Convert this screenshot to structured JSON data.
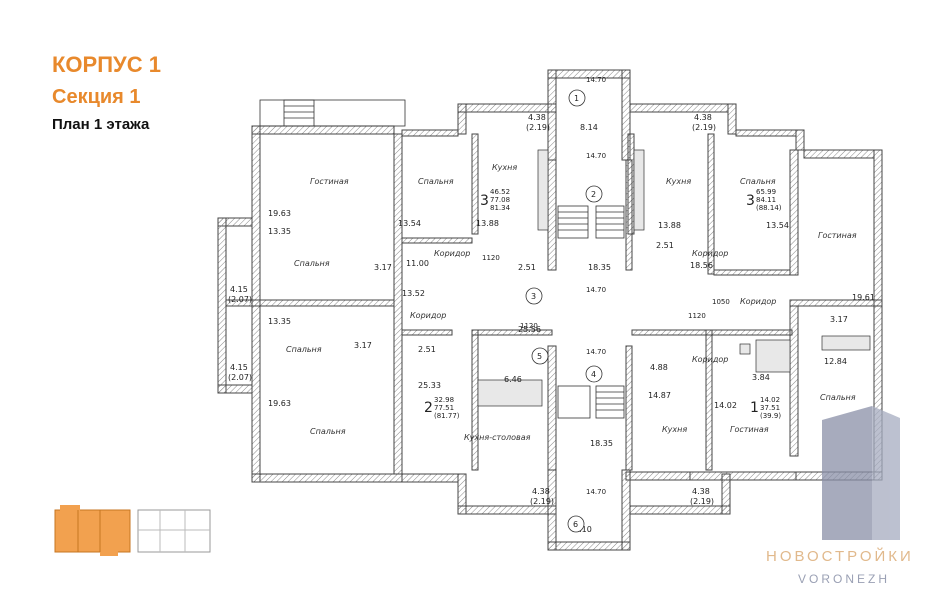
{
  "header": {
    "building": "КОРПУС 1",
    "section": "Секция 1",
    "plan": "План 1 этажа"
  },
  "rooms": {
    "gostinaya": "Гостиная",
    "spalnya": "Спальня",
    "kukhnya": "Кухня",
    "koridor": "Коридор",
    "kukhnya_stolovaya": "Кухня-столовая"
  },
  "apartments": [
    {
      "rooms": "3",
      "area_living": "46.52",
      "area_total": "77.08",
      "area_gross": "81.34"
    },
    {
      "rooms": "3",
      "area_living": "65.99",
      "area_total": "84.11",
      "area_gross": "(88.14)"
    },
    {
      "rooms": "2",
      "area_living": "32.98",
      "area_total": "77.51",
      "area_gross": "(81.77)"
    },
    {
      "rooms": "1",
      "area_living": "14.02",
      "area_total": "37.51",
      "area_gross": "(39.9)"
    }
  ],
  "areas": {
    "a1963": "19.63",
    "a1335": "13.35",
    "a317": "3.17",
    "a1354": "13.54",
    "a1388": "13.88",
    "a1100": "11.00",
    "a1352": "13.52",
    "a251": "2.51",
    "a1835": "18.35",
    "a1856": "18.56",
    "a2556": "25.56",
    "a2533": "25.33",
    "a646": "6.46",
    "a488": "4.88",
    "a1487": "14.87",
    "a1402": "14.02",
    "a384": "3.84",
    "a1284": "12.84",
    "a1961": "19.61",
    "a814": "8.14",
    "a810": "8.10",
    "a438": "4.38",
    "a219": "(2.19)",
    "a415": "4.15",
    "a207": "(2.07)",
    "a1120": "1120",
    "a1470": "14.70",
    "a1050": "1050"
  },
  "axes": [
    "1",
    "2",
    "3",
    "4",
    "5",
    "6"
  ],
  "watermark": {
    "title": "НОВОСТРОЙКИ",
    "subtitle": "VORONEZH"
  },
  "colors": {
    "accent": "#e8892c",
    "wall": "#555555",
    "watermark_title": "#e1b98c",
    "watermark_sub": "#9aa0b4"
  }
}
